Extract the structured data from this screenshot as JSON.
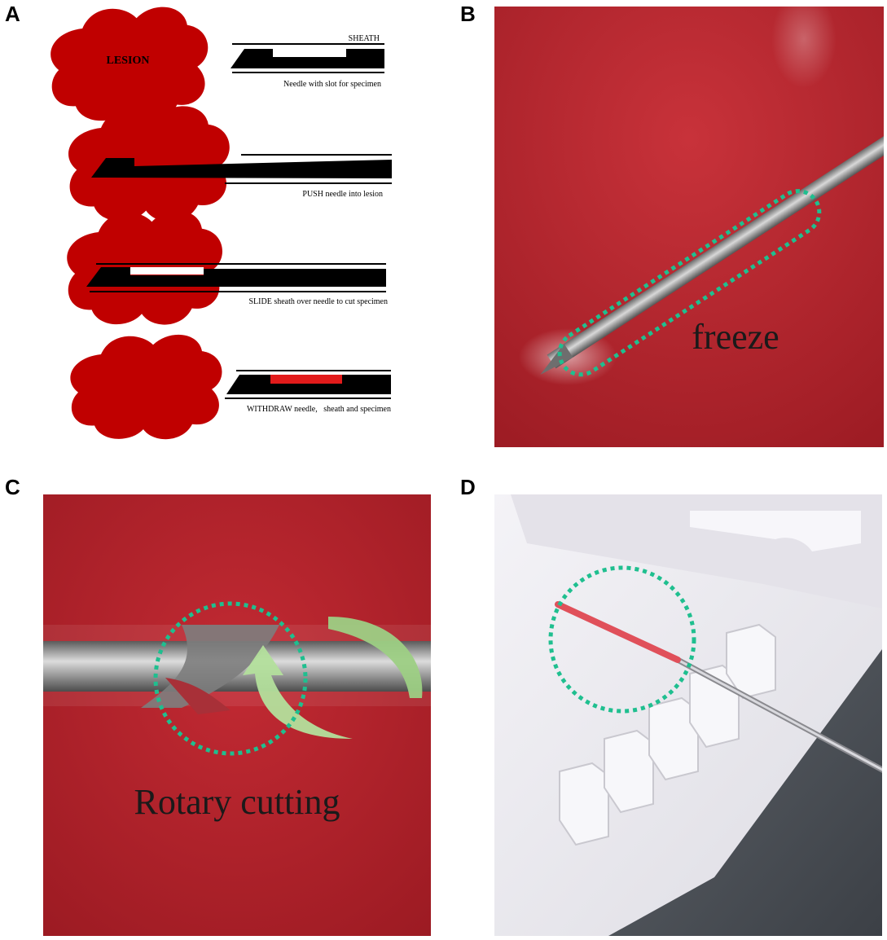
{
  "panels": {
    "a": {
      "letter": "A",
      "lesion_label": "LESION",
      "sheath_label": "SHEATH",
      "step1_caption": "Needle with slot for specimen",
      "step2_caption": "PUSH needle into lesion",
      "step3_caption": "SLIDE sheath over needle to cut specimen",
      "step4_caption": "WITHDRAW needle,   sheath and specimen"
    },
    "b": {
      "letter": "B",
      "caption": "freeze"
    },
    "c": {
      "letter": "C",
      "caption": "Rotary cutting"
    },
    "d": {
      "letter": "D"
    }
  },
  "colors": {
    "lesion": "#c00000",
    "tissue": "#b01e24",
    "needle_dark": "#000000",
    "specimen": "#e21b1b",
    "dotted_circle": "#1fbf8f",
    "arrow_green": "#a7d98c",
    "tray": "#ecebf0",
    "tray_shadow": "#4a4f55"
  },
  "icons": [
    "lesion-blob",
    "biopsy-needle",
    "rotation-arrow",
    "specimen-core"
  ]
}
